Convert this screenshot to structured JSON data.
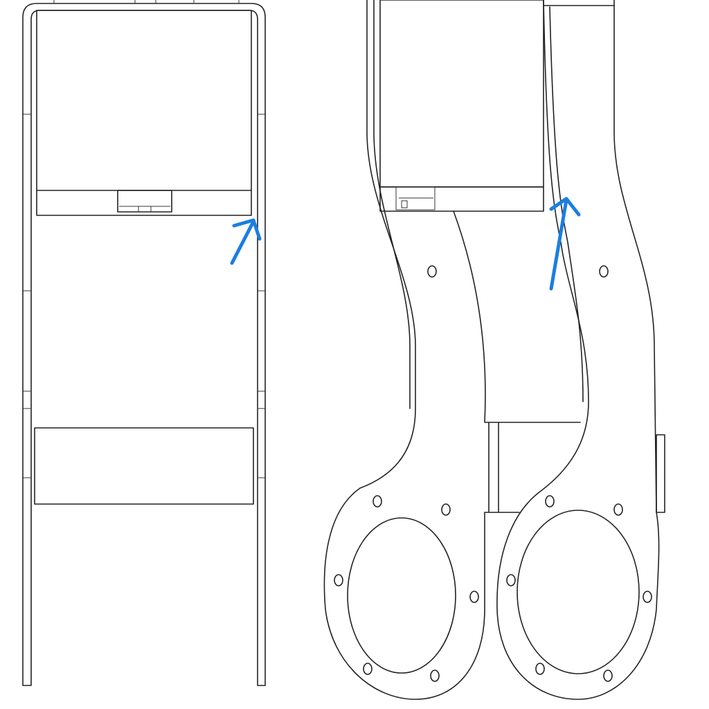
{
  "colors": {
    "line": "#222222",
    "annotation_arrow": "#1a7fe0",
    "background": "#ffffff"
  },
  "views": [
    {
      "id": "front-view",
      "annotations": [
        "arrow"
      ]
    },
    {
      "id": "side-view",
      "annotations": [
        "arrow"
      ]
    }
  ]
}
